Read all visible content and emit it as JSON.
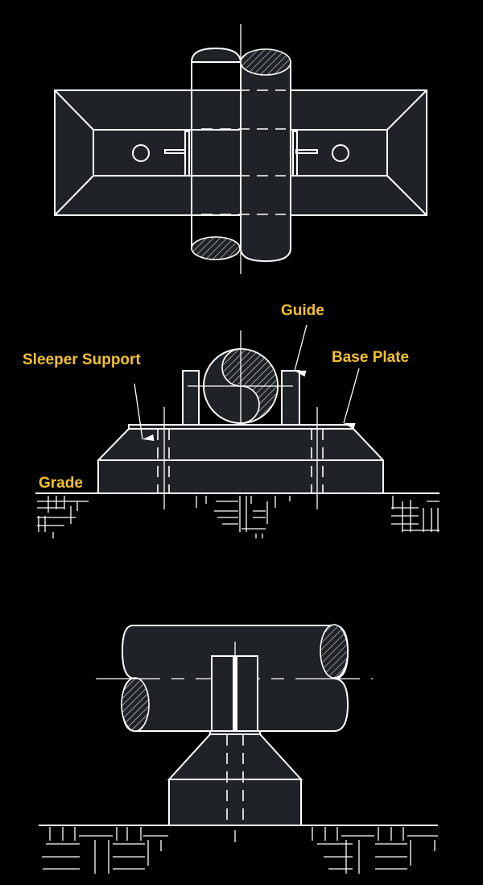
{
  "diagram": {
    "labels": {
      "guide": "Guide",
      "sleeper_support": "Sleeper Support",
      "base_plate": "Base Plate",
      "grade": "Grade"
    },
    "colors": {
      "background": "#000000",
      "fill": "#1f2328",
      "line": "#ffffff",
      "label": "#f2c12e"
    }
  }
}
